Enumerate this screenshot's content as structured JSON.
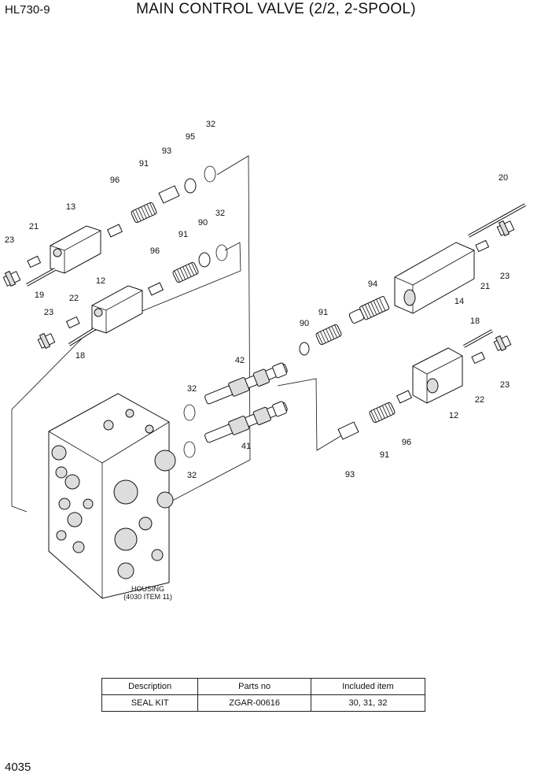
{
  "header": {
    "model": "HL730-9",
    "title": "MAIN CONTROL VALVE (2/2, 2-SPOOL)"
  },
  "labels": {
    "p32a": "32",
    "p95": "95",
    "p93a": "93",
    "p91a": "91",
    "p96a": "96",
    "p13": "13",
    "p21a": "21",
    "p23a": "23",
    "p19": "19",
    "p32b": "32",
    "p90a": "90",
    "p91b": "91",
    "p96b": "96",
    "p12a": "12",
    "p22a": "22",
    "p23b": "23",
    "p18a": "18",
    "p20": "20",
    "p23c": "23",
    "p21b": "21",
    "p14": "14",
    "p94": "94",
    "p91c": "91",
    "p90b": "90",
    "p42": "42",
    "p18b": "18",
    "p23d": "23",
    "p22b": "22",
    "p12b": "12",
    "p32c": "32",
    "p41": "41",
    "p32d": "32",
    "p91d": "91",
    "p96c": "96",
    "p93b": "93",
    "housing1": "HOUSING",
    "housing2": "(4030 ITEM 11)"
  },
  "kit_table": {
    "headers": [
      "Description",
      "Parts no",
      "Included item"
    ],
    "rows": [
      [
        "SEAL KIT",
        "ZGAR-00616",
        "30, 31, 32"
      ]
    ]
  },
  "footer": {
    "page": "4035"
  }
}
